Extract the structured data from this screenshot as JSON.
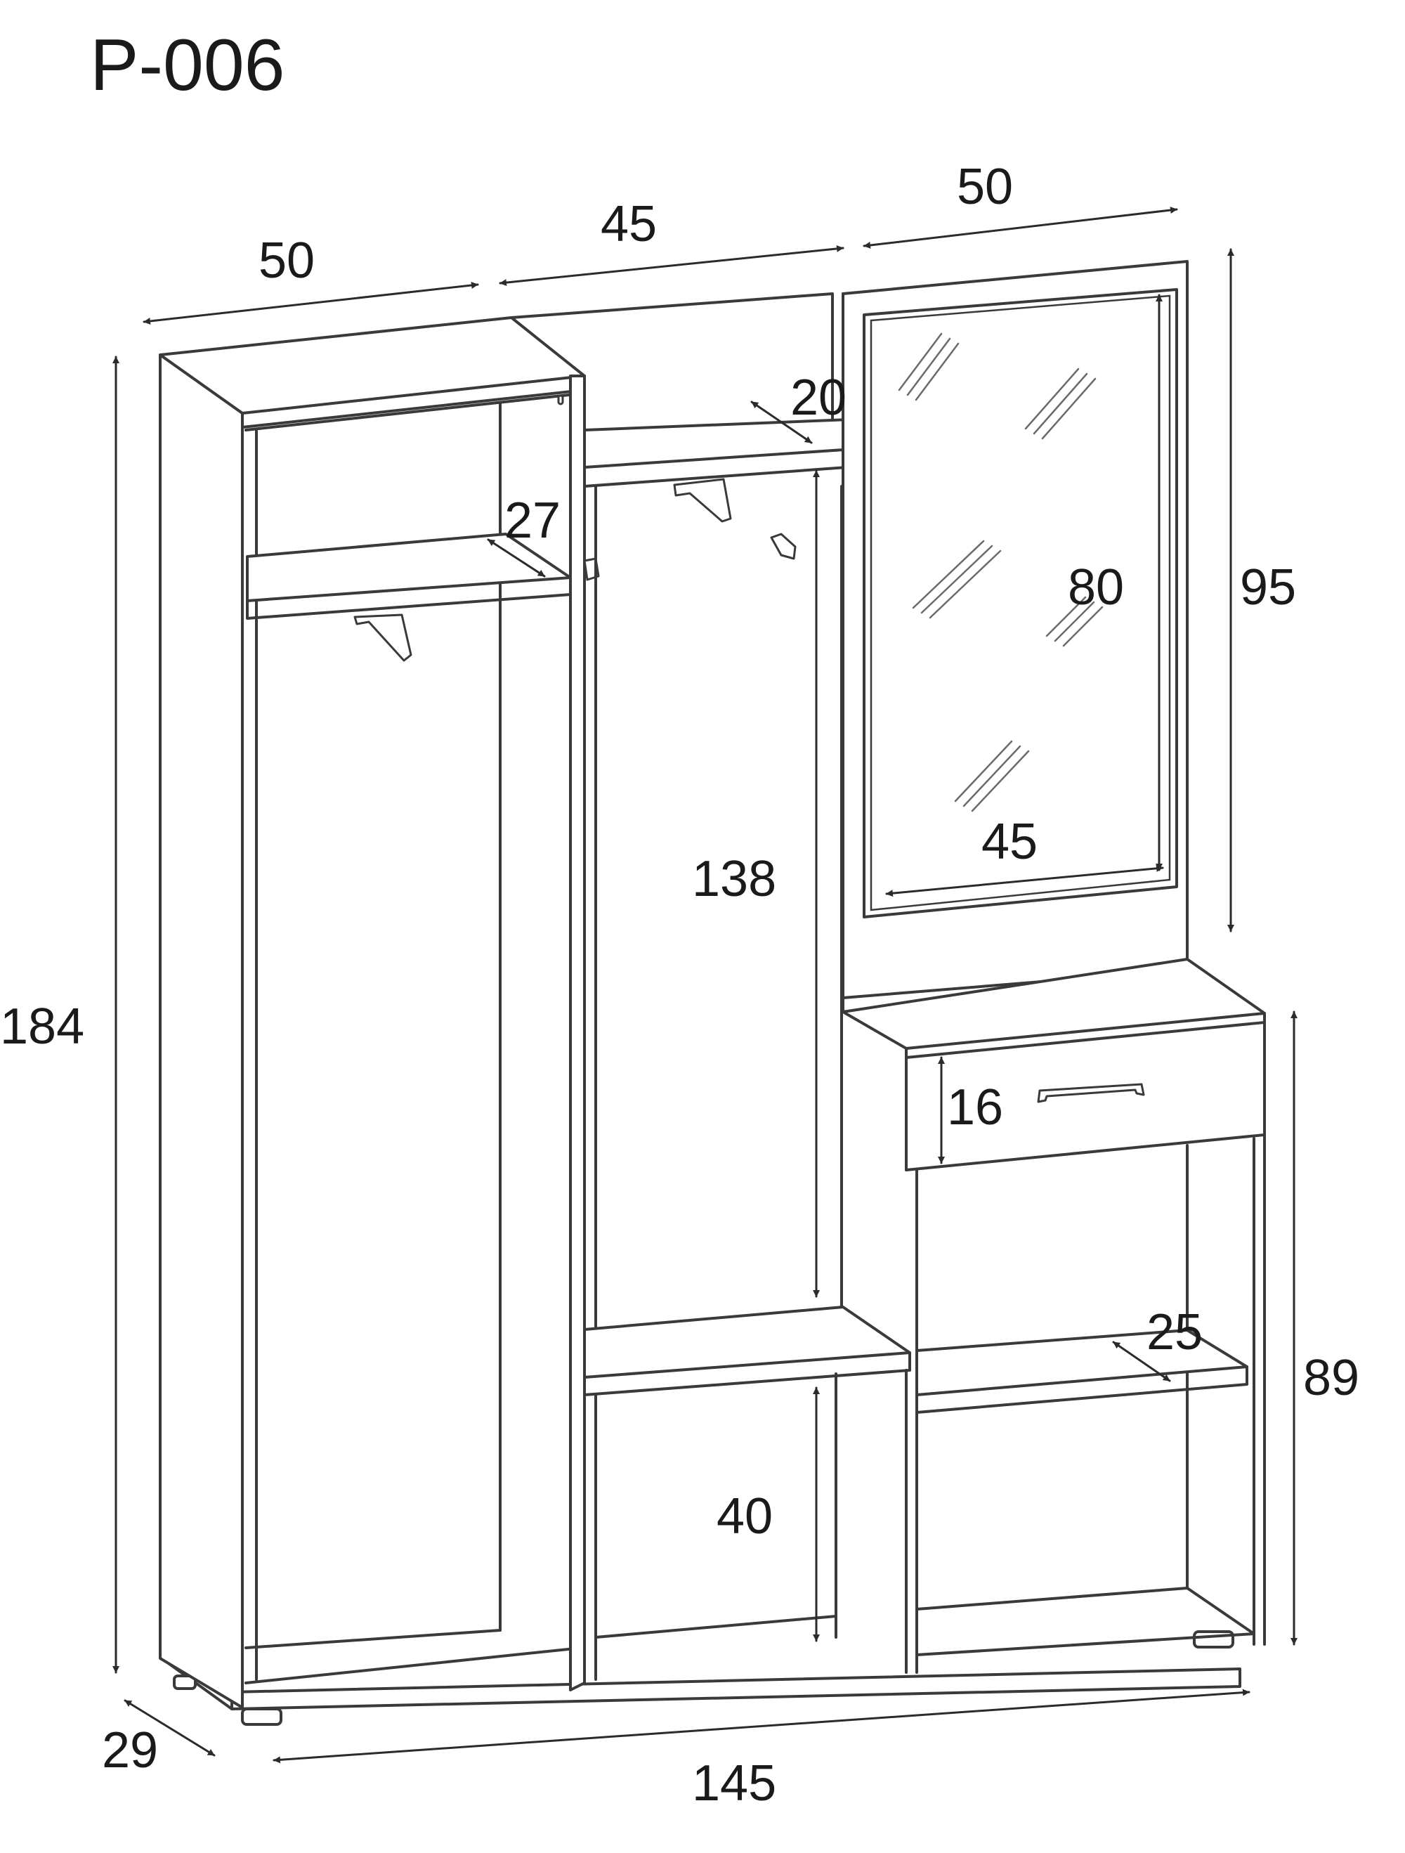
{
  "title": "P-006",
  "dimensions": {
    "left_width": "50",
    "middle_width": "45",
    "right_width": "50",
    "total_height": "184",
    "depth": "29",
    "total_width": "145",
    "mirror_unit_height": "95",
    "mirror_height": "80",
    "mirror_width": "45",
    "top_shelf_depth": "20",
    "left_shelf_depth": "27",
    "hanging_height": "138",
    "lower_compartment_height": "40",
    "drawer_height": "16",
    "right_shelf_depth": "25",
    "dresser_height": "89"
  }
}
